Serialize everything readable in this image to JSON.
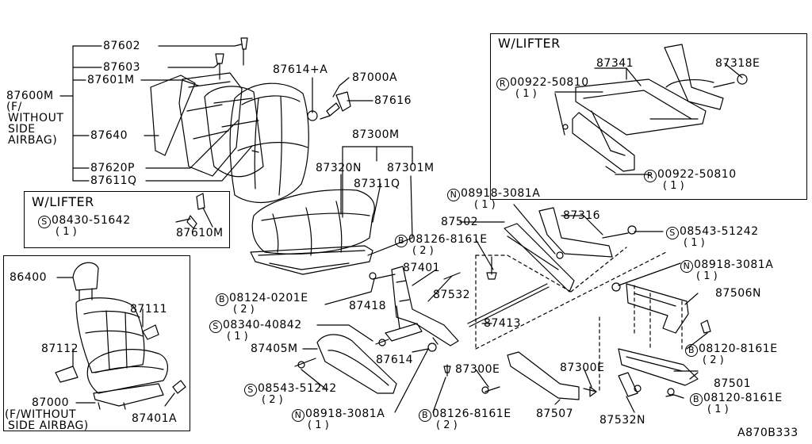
{
  "diagram": {
    "code": "A870B333",
    "group": {
      "part": "87600M",
      "note_lines": [
        "(F/",
        "WITHOUT",
        "SIDE",
        "AIRBAG)"
      ]
    },
    "boxes": {
      "lifter_left_title": "W/LIFTER",
      "lifter_right_title": "W/LIFTER"
    },
    "parts": {
      "p87602": "87602",
      "p87603": "87603",
      "p87601M": "87601M",
      "p87640": "87640",
      "p87620P": "87620P",
      "p87611Q": "87611Q",
      "p87614A": "87614+A",
      "p87000A": "87000A",
      "p87616": "87616",
      "p87300M": "87300M",
      "p87320N": "87320N",
      "p87301M": "87301M",
      "p87311Q": "87311Q",
      "p87610M": "87610M",
      "p86400": "86400",
      "p87111": "87111",
      "p87112": "87112",
      "p87000": "87000",
      "p87000_note": "(F/WITHOUT",
      "p87000_note2": "SIDE AIRBAG)",
      "p87401A": "87401A",
      "p87341": "87341",
      "p87318E": "87318E",
      "p87316": "87316",
      "p87502": "87502",
      "p87401": "87401",
      "p87532": "87532",
      "p87418": "87418",
      "p87413": "87413",
      "p87405M": "87405M",
      "p87614": "87614",
      "p87300E_l": "87300E",
      "p87300E_r": "87300E",
      "p87506N": "87506N",
      "p87501": "87501",
      "p87507": "87507",
      "p87532N": "87532N"
    },
    "fasteners": [
      {
        "key": "f1",
        "letter": "S",
        "num": "08430-51642",
        "qty": "( 1 )"
      },
      {
        "key": "f2",
        "letter": "R",
        "num": "00922-50810",
        "qty": "( 1 )"
      },
      {
        "key": "f3",
        "letter": "R",
        "num": "00922-50810",
        "qty": "( 1 )"
      },
      {
        "key": "f4",
        "letter": "N",
        "num": "08918-3081A",
        "qty": "( 1 )"
      },
      {
        "key": "f5",
        "letter": "B",
        "num": "08126-8161E",
        "qty": "( 2 )"
      },
      {
        "key": "f6",
        "letter": "S",
        "num": "08543-51242",
        "qty": "( 1 )"
      },
      {
        "key": "f7",
        "letter": "N",
        "num": "08918-3081A",
        "qty": "( 1 )"
      },
      {
        "key": "f8",
        "letter": "B",
        "num": "08124-0201E",
        "qty": "( 2 )"
      },
      {
        "key": "f9",
        "letter": "S",
        "num": "08340-40842",
        "qty": "( 1 )"
      },
      {
        "key": "f10",
        "letter": "B",
        "num": "08120-8161E",
        "qty": "( 2 )"
      },
      {
        "key": "f11",
        "letter": "S",
        "num": "08543-51242",
        "qty": "( 2 )"
      },
      {
        "key": "f12",
        "letter": "N",
        "num": "08918-3081A",
        "qty": "( 1 )"
      },
      {
        "key": "f13",
        "letter": "B",
        "num": "08126-8161E",
        "qty": "( 2 )"
      },
      {
        "key": "f14",
        "letter": "B",
        "num": "08120-8161E",
        "qty": "( 1 )"
      }
    ]
  }
}
